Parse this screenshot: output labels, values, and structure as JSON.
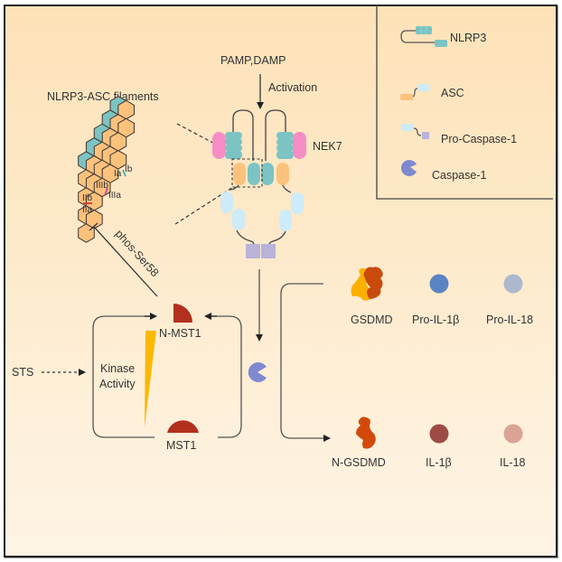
{
  "title": "NLRP3 inflammasome activation and MST1 regulation",
  "legend": {
    "items": [
      {
        "label": "NLRP3",
        "icon": "nlrp3-icon"
      },
      {
        "label": "ASC",
        "icon": "asc-icon"
      },
      {
        "label": "Pro-Caspase-1",
        "icon": "pro-caspase-1-icon"
      },
      {
        "label": "Caspase-1",
        "icon": "caspase-1-icon"
      }
    ]
  },
  "filament": {
    "title": "NLRP3-ASC filaments",
    "interface_labels": [
      "Ia",
      "Ib",
      "IIIb",
      "IIIa",
      "IIb",
      "IIa"
    ]
  },
  "activation": {
    "stimulus": "PAMP,DAMP",
    "arrow_label": "Activation",
    "nek7_label": "NEK7"
  },
  "mst1": {
    "phos_label": "phos-Ser58",
    "n_mst1_label": "N-MST1",
    "mst1_label": "MST1",
    "kinase_label_line1": "Kinase",
    "kinase_label_line2": "Activity",
    "sts_label": "STS"
  },
  "substrates": {
    "top": [
      {
        "label": "GSDMD",
        "color": "#c94a0c"
      },
      {
        "label": "Pro-IL-1β",
        "color": "#5b84c4"
      },
      {
        "label": "Pro-IL-18",
        "color": "#aeb8cc"
      }
    ],
    "bottom": [
      {
        "label": "N-GSDMD",
        "color": "#d24a0a"
      },
      {
        "label": "IL-1β",
        "color": "#9e4a45"
      },
      {
        "label": "IL-18",
        "color": "#d9a396"
      }
    ]
  },
  "colors": {
    "teal": "#7cc4c4",
    "pink": "#f68dc4",
    "orange": "#fcc27c",
    "light_blue": "#cdebf8",
    "lavender": "#b9b3d9",
    "caspase": "#7f89cf",
    "mst1_red": "#b2301d",
    "kinase_yellow": "#fbb800"
  }
}
